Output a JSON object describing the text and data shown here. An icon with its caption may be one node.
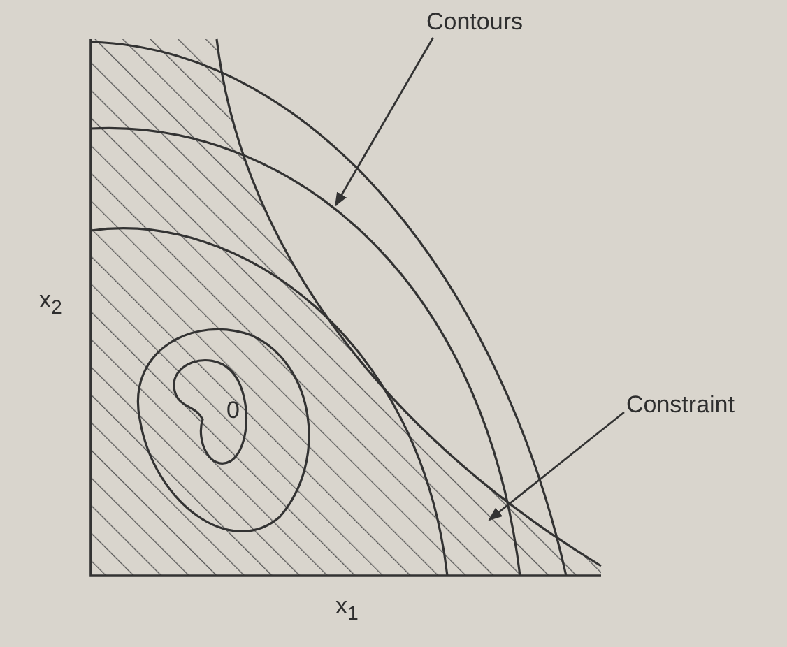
{
  "diagram": {
    "nodes": [
      {
        "text": [
          "Contours"
        ]
      },
      {
        "text": [],
        "shape": "curve"
      },
      {
        "text": [
          "Constraint"
        ]
      },
      {
        "text": [],
        "shape": "curve"
      }
    ],
    "edges": [
      {
        "from": 0,
        "to": 1,
        "arrow": "to"
      },
      {
        "from": 2,
        "to": 3,
        "arrow": "to"
      }
    ],
    "labels": [
      "x$_{2}$",
      "x$_{1}$",
      "0"
    ]
  }
}
